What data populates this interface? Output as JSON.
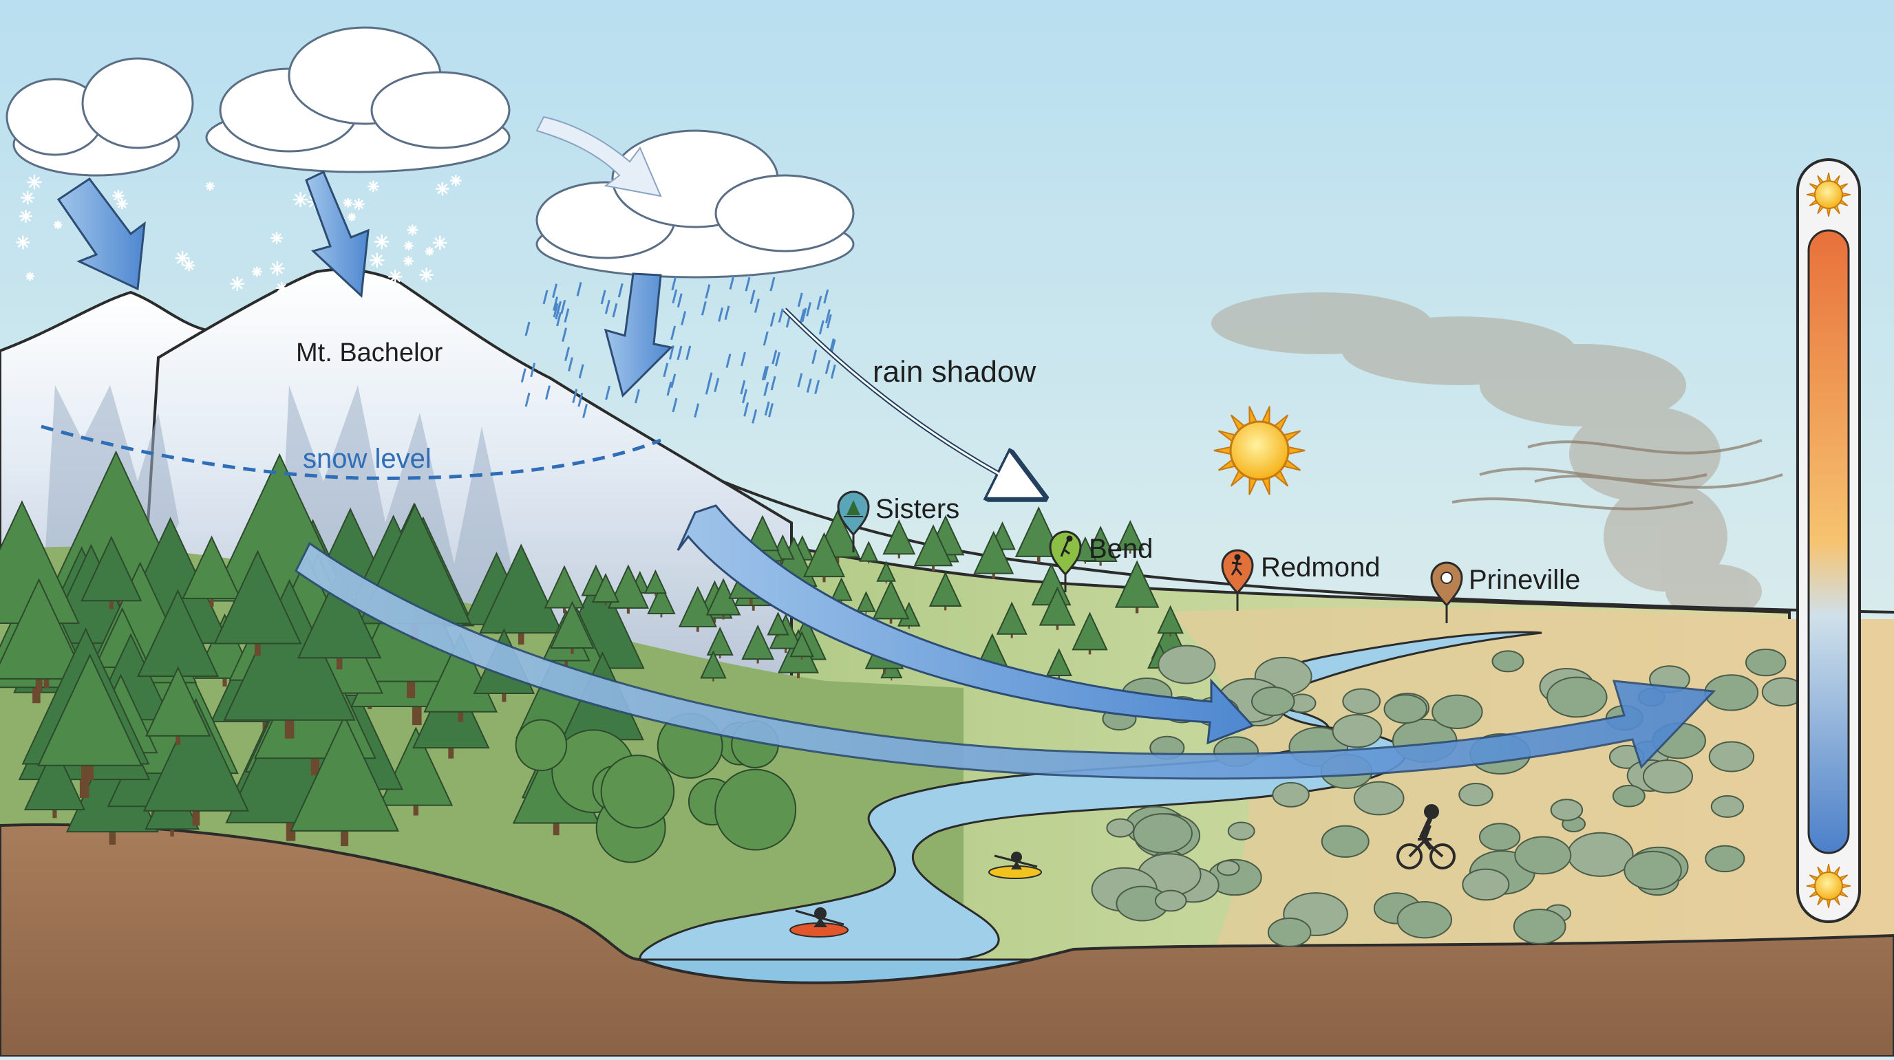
{
  "labels": {
    "peak": "Mt. Bachelor",
    "snow_level": "snow level",
    "rain_shadow": "rain shadow"
  },
  "towns": [
    {
      "name": "Sisters",
      "icon": "tree-pin-icon",
      "color": "#5aa6b8"
    },
    {
      "name": "Bend",
      "icon": "climber-pin-icon",
      "color": "#8cc044"
    },
    {
      "name": "Redmond",
      "icon": "hiker-pin-icon",
      "color": "#e2703a"
    },
    {
      "name": "Prineville",
      "icon": "location-pin-icon",
      "color": "#b98150"
    }
  ],
  "icons": {
    "sun": "sun-icon",
    "thermometer_top": "sun-icon",
    "thermometer_bottom": "sun-icon",
    "kayak": "kayak-icon",
    "cyclist": "cyclist-icon"
  },
  "colors": {
    "sky_top": "#b9dff0",
    "sky_bottom": "#eef4ea",
    "arrow_blue": "#5b93d6",
    "snow_line": "#2f6db7",
    "forest_green": "#4e8a4a",
    "meadow": "#b9cf8e",
    "desert": "#e6cf9e",
    "river": "#8fc7e6",
    "soil": "#9c7252",
    "thermo_hot": "#e8703a",
    "thermo_cold": "#4a7fc9"
  }
}
